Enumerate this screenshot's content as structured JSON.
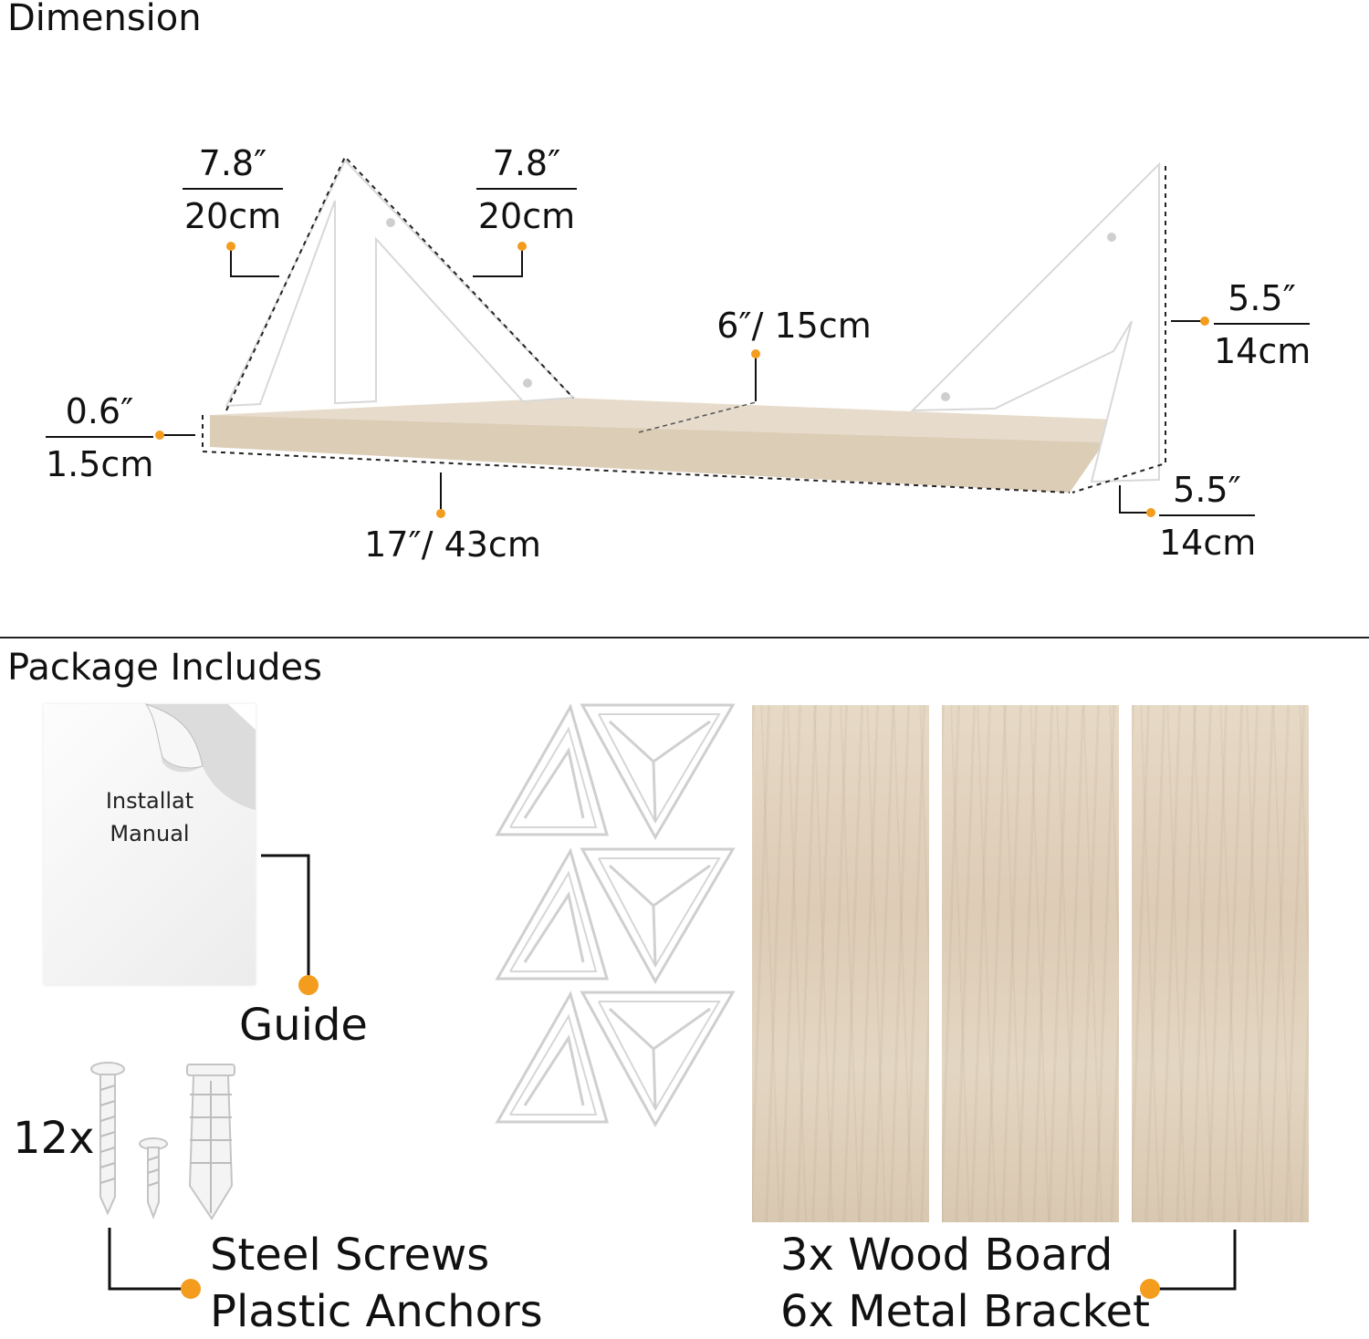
{
  "dimension": {
    "title": "Dimension",
    "bracket_left_outer": {
      "inch": "7.8″",
      "cm": "20cm"
    },
    "bracket_left_inner": {
      "inch": "7.8″",
      "cm": "20cm"
    },
    "shelf_depth": "6″/ 15cm",
    "bracket_height": {
      "inch": "5.5″",
      "cm": "14cm"
    },
    "board_thickness": {
      "inch": "0.6″",
      "cm": "1.5cm"
    },
    "shelf_length": "17″/ 43cm",
    "bracket_depth": {
      "inch": "5.5″",
      "cm": "14cm"
    }
  },
  "package": {
    "title": "Package Includes",
    "manual_text": "Installat\nManual",
    "guide_label": "Guide",
    "screws_count": "12x",
    "screws_label": "Steel Screws",
    "anchors_label": "Plastic Anchors",
    "board_label": "3x Wood Board",
    "bracket_label": "6x Metal Bracket"
  },
  "colors": {
    "accent_dot": "#F39C1E",
    "wood": "#E2D5C1",
    "line": "#111111"
  }
}
